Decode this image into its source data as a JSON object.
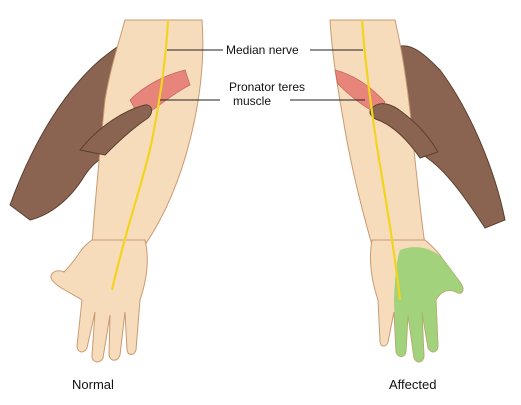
{
  "labels": {
    "nerve": "Median nerve",
    "muscle_line1": "Pronator teres",
    "muscle_line2": "muscle"
  },
  "captions": {
    "left": "Normal",
    "right": "Affected"
  },
  "colors": {
    "skin": "#f7dcbc",
    "skin_shadow": "#e9c39b",
    "skin_outline": "#c99a72",
    "examiner_skin": "#8a6450",
    "examiner_outline": "#5a4030",
    "nerve": "#f2d51f",
    "muscle": "#e8857a",
    "affected_area": "#8fd06e",
    "leader_line": "#222222"
  }
}
